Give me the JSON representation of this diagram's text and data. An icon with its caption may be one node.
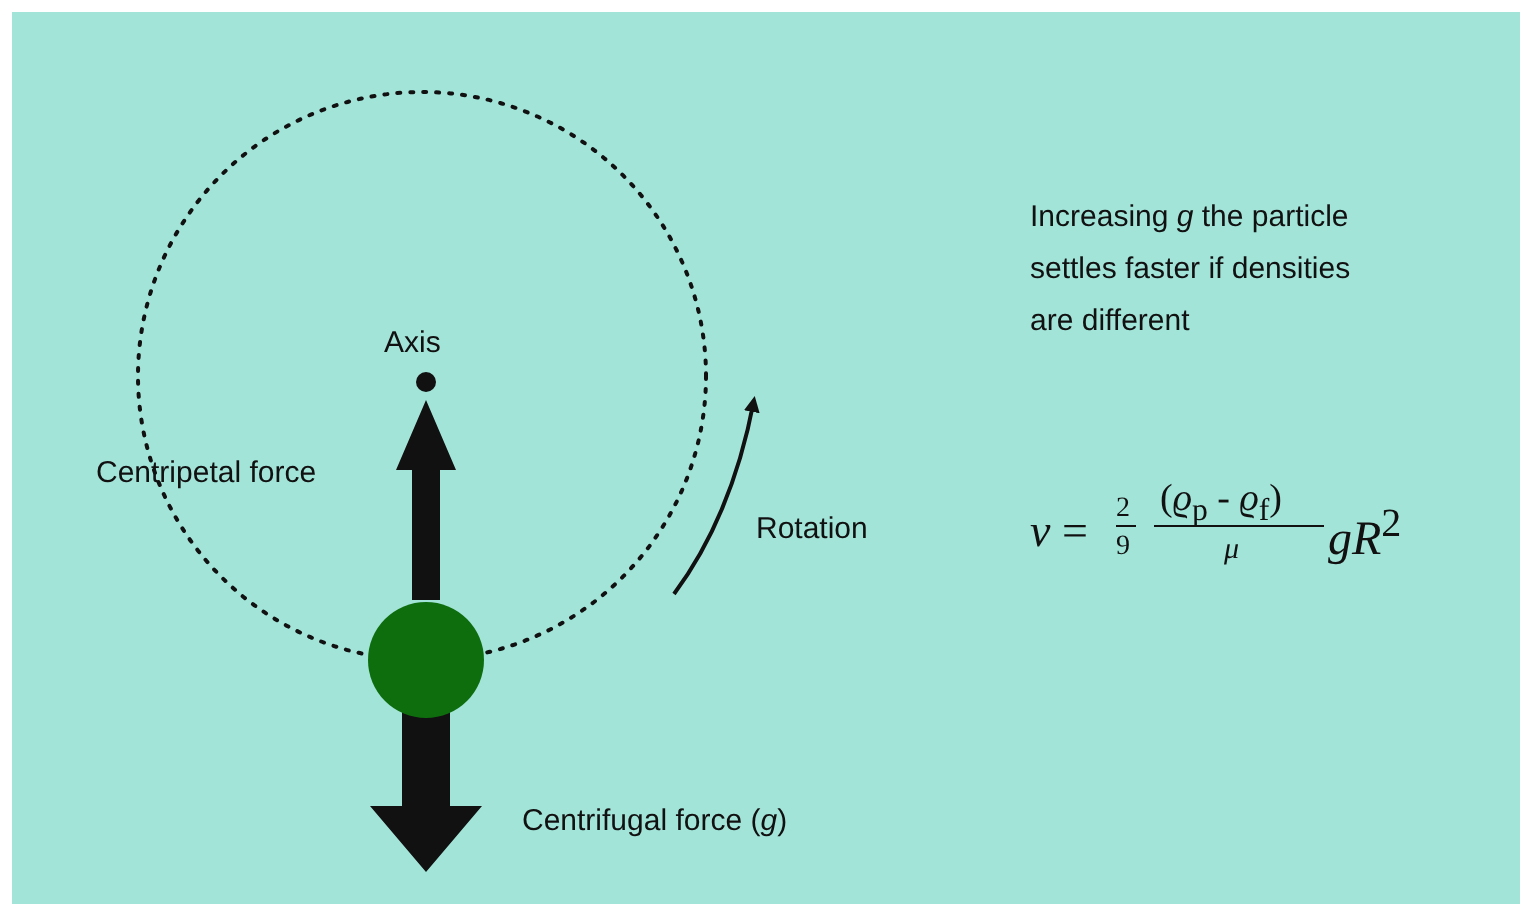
{
  "diagram": {
    "labels": [
      "Axis",
      "Centripetal force",
      "Rotation",
      "Centrifugal force (*g*)",
      "Increasing *g* the particle settles faster if densities are different",
      "*v* =",
      "2",
      "9",
      "(*ϱ*$_{p}$ - *ϱ*$_{f}$)",
      "*μ*",
      "*gR*$^{2}$"
    ]
  }
}
